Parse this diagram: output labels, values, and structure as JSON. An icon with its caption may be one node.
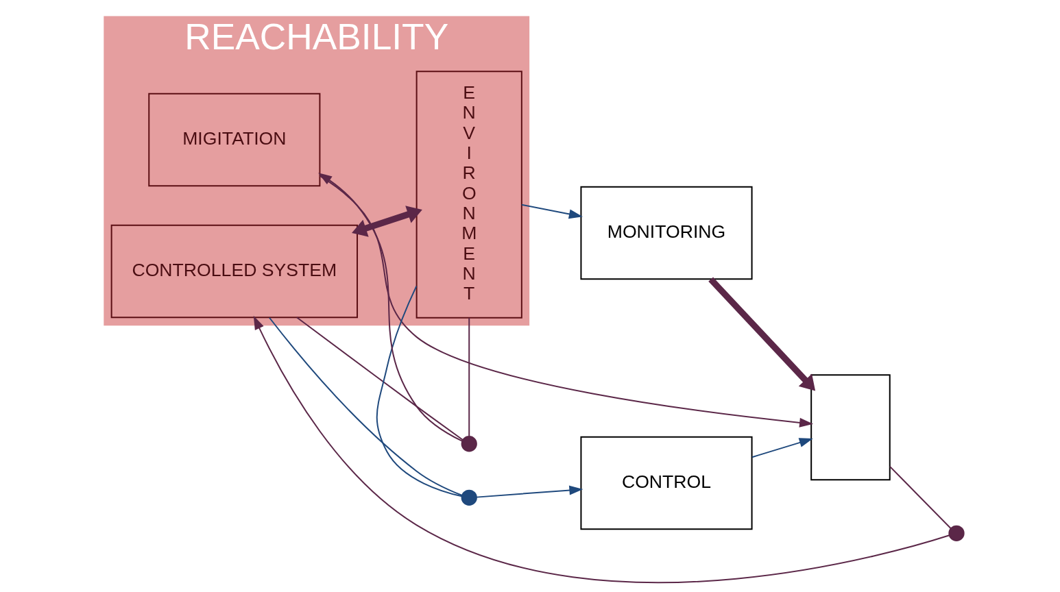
{
  "diagram": {
    "nodes": [
      {
        "text": [
          "MONITORING"
        ]
      },
      {
        "text": [
          "REACHABILITY"
        ]
      },
      {
        "text": [
          "MIGITATION"
        ],
        "in": 1
      },
      {
        "text": [
          "CONTROLLED SYSTEM"
        ],
        "in": 1
      },
      {
        "text": [
          "E N V I R O N M E N T"
        ],
        "in": 1
      },
      {
        "text": [
          "CONTROL"
        ]
      },
      {
        "text": [],
        "shape": "box"
      },
      {
        "text": [],
        "shape": "circle"
      },
      {
        "text": [],
        "shape": "circle"
      },
      {
        "text": [],
        "shape": "circle"
      }
    ],
    "edges": [
      {
        "from": 4,
        "to": 0,
        "arrow": "to",
        "color": "#1f497d"
      },
      {
        "from": 0,
        "to": 6,
        "arrow": "to",
        "style": "thick"
      },
      {
        "from": 4,
        "to": 7,
        "arrow": "none"
      },
      {
        "from": 7,
        "to": 2,
        "arrow": "to"
      },
      {
        "from": 3,
        "to": 7,
        "arrow": "none"
      },
      {
        "from": 2,
        "to": 6,
        "arrow": "to"
      },
      {
        "from": 6,
        "to": 8,
        "arrow": "none"
      },
      {
        "from": 8,
        "to": 3,
        "arrow": "to"
      },
      {
        "from": 5,
        "to": 6,
        "arrow": "to",
        "color": "#1f497d"
      },
      {
        "from": 3,
        "to": 4,
        "arrow": "both",
        "style": "thick"
      },
      {
        "from": 4,
        "to": 9,
        "arrow": "none",
        "color": "#1f497d"
      },
      {
        "from": 9,
        "to": 5,
        "arrow": "to",
        "color": "#1f497d"
      },
      {
        "from": 3,
        "to": 9,
        "arrow": "none",
        "color": "#1f497d"
      }
    ]
  }
}
